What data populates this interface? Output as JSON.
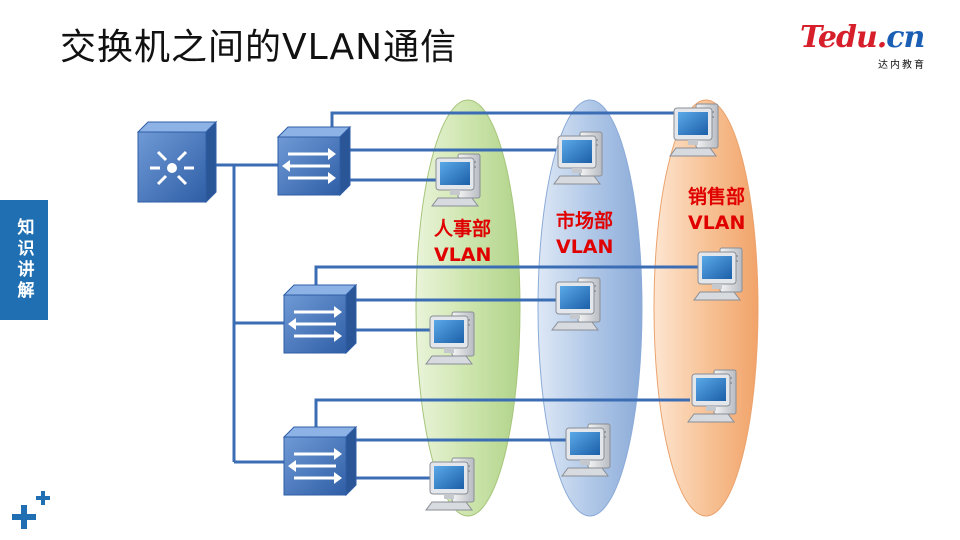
{
  "title": "交换机之间的VLAN通信",
  "logo": {
    "main": "Tedu.",
    "cn": "cn",
    "sub": "达内教育"
  },
  "side_tab": "知识讲解",
  "vlans": [
    {
      "name": "人事部",
      "tag": "VLAN",
      "color": "#c9e3a5"
    },
    {
      "name": "市场部",
      "tag": "VLAN",
      "color": "#a9c3e6"
    },
    {
      "name": "销售部",
      "tag": "VLAN",
      "color": "#f7bd8c"
    }
  ],
  "colors": {
    "link": "#3b6db5",
    "switch": "#4a7cc4",
    "accent_plus": "#1f6fb2"
  }
}
